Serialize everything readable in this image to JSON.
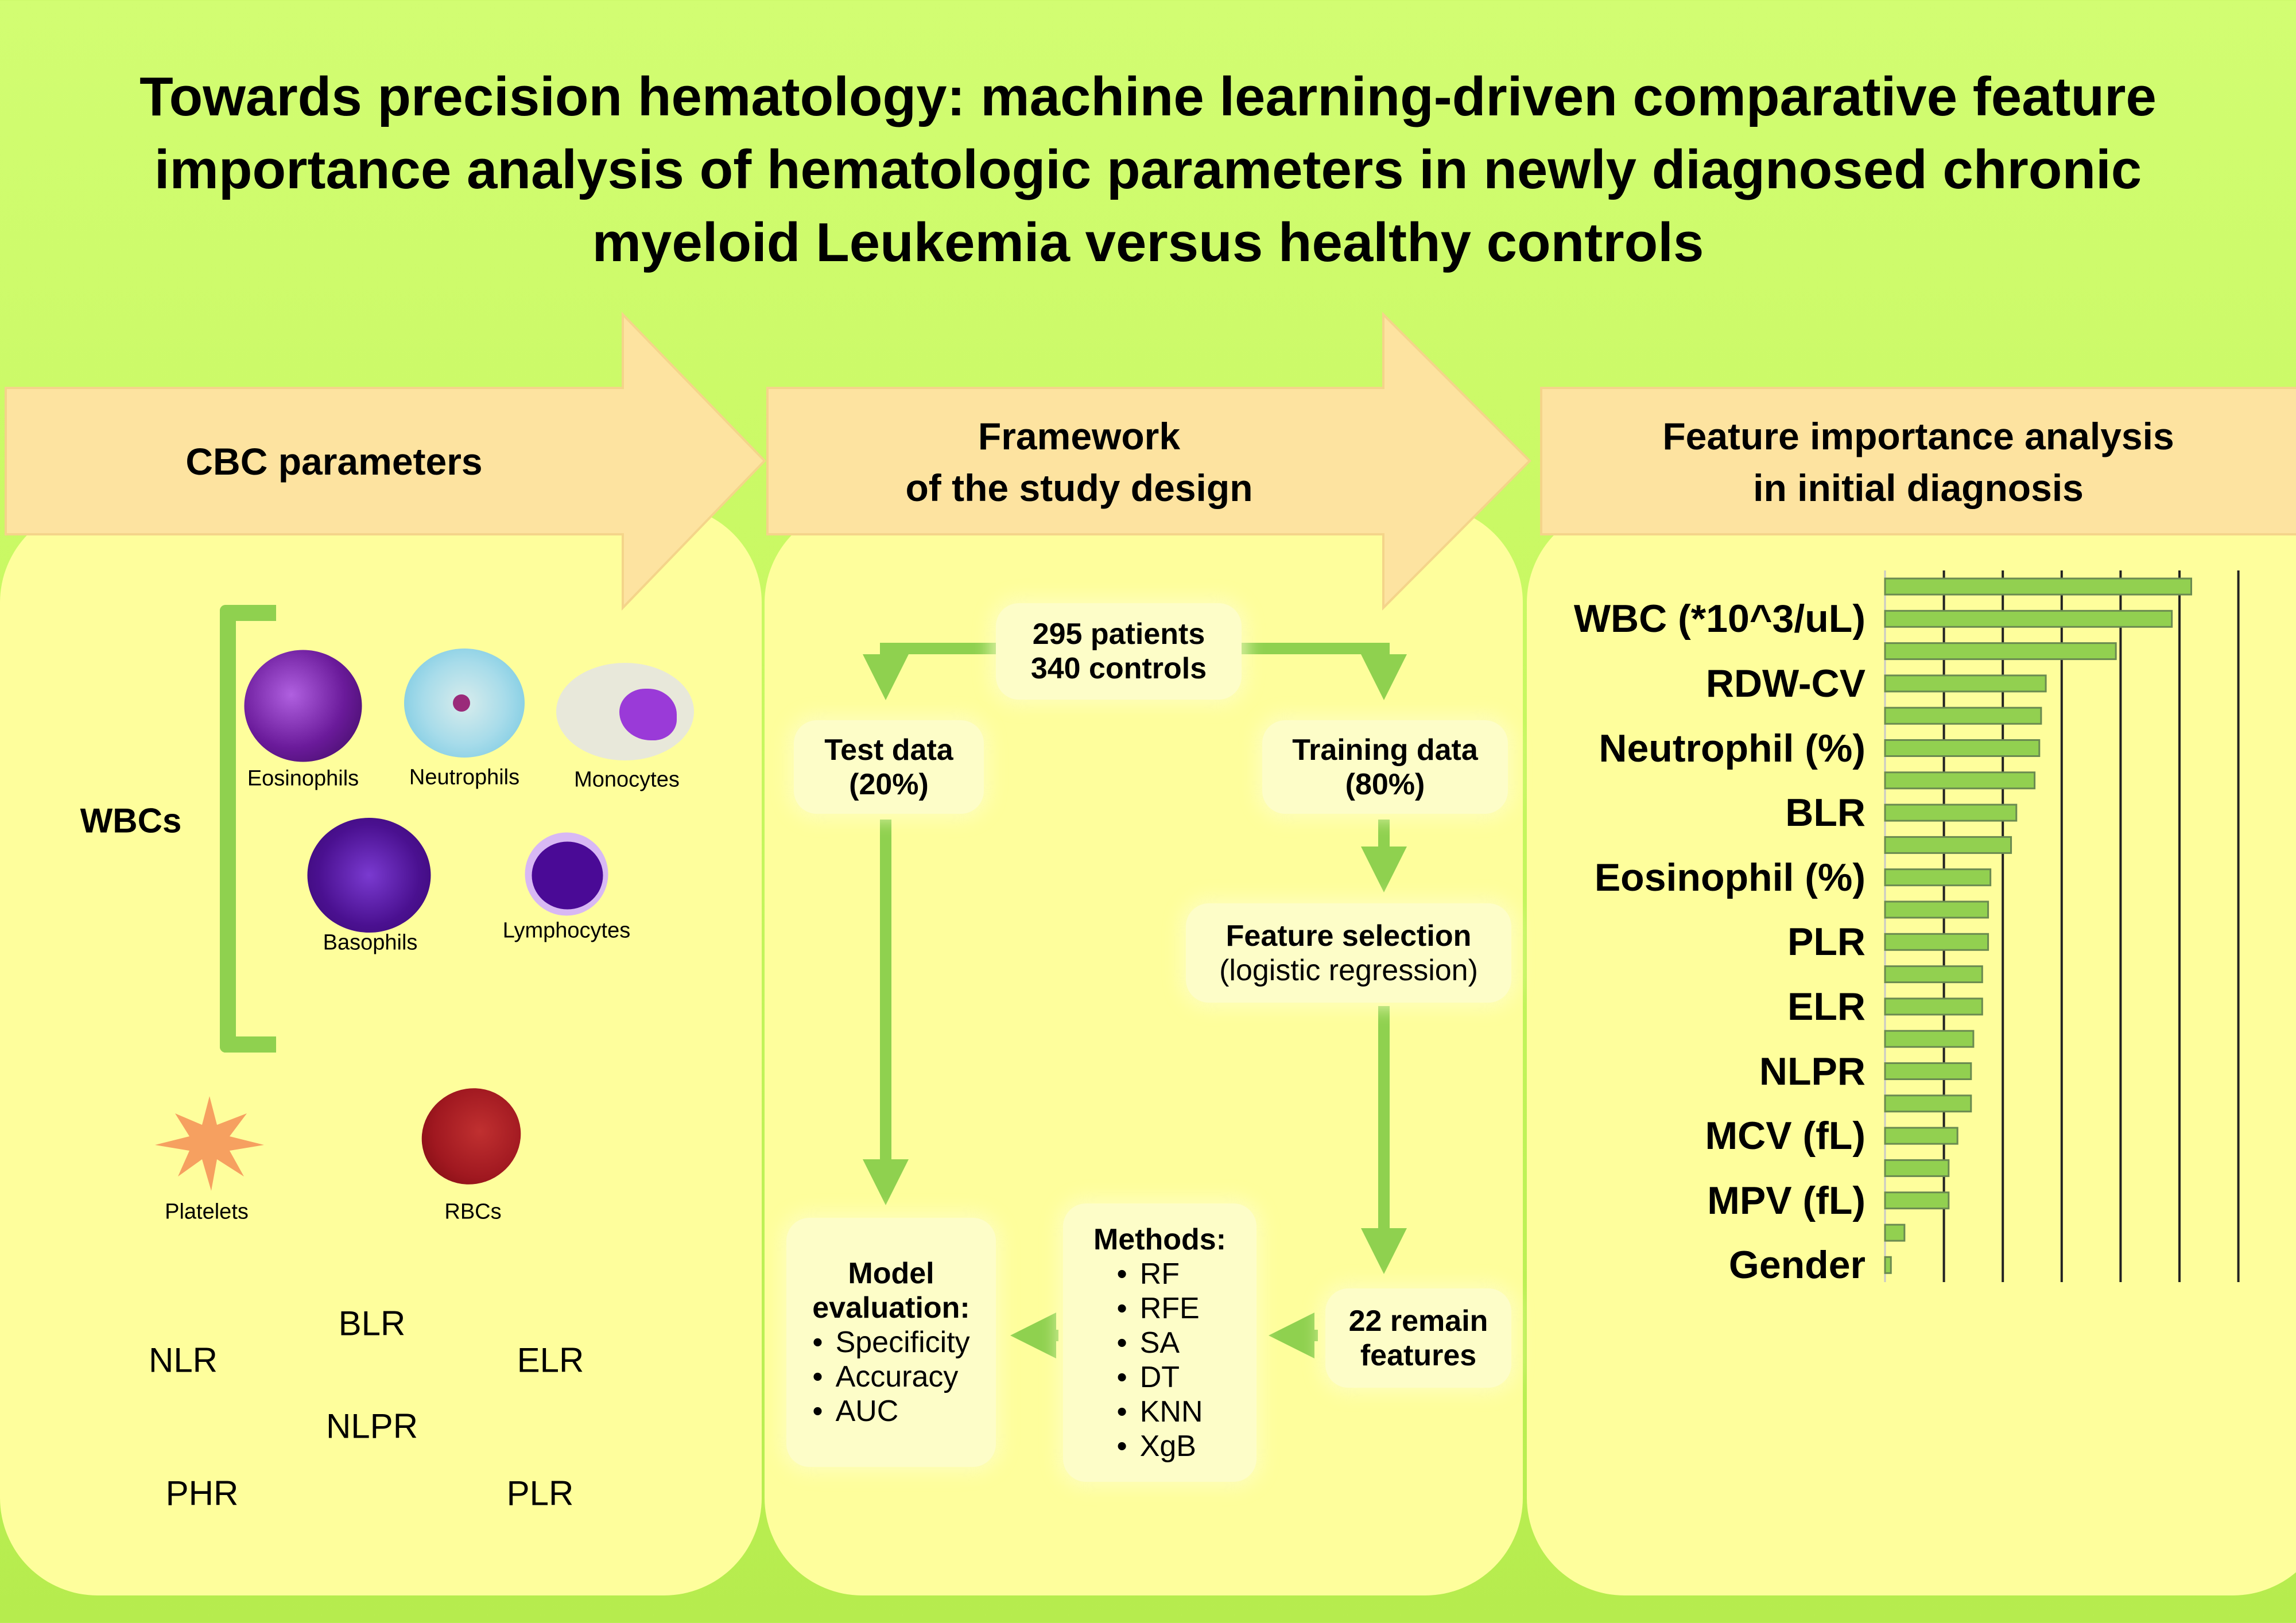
{
  "title": {
    "line1": "Towards precision hematology:  machine learning-driven comparative feature",
    "line2": "importance analysis of hematologic parameters in newly diagnosed chronic",
    "line3": "myeloid Leukemia versus healthy controls"
  },
  "headers": {
    "cbc": "CBC parameters",
    "framework_l1": "Framework",
    "framework_l2": "of the study design",
    "feature_l1": "Feature importance analysis",
    "feature_l2": "in initial diagnosis"
  },
  "cbc": {
    "wbcs_label": "WBCs",
    "cells": {
      "eosinophils": "Eosinophils",
      "neutrophils": "Neutrophils",
      "monocytes": "Monocytes",
      "basophils": "Basophils",
      "lymphocytes": "Lymphocytes",
      "platelets": "Platelets",
      "rbcs": "RBCs"
    },
    "ratios": {
      "nlr": "NLR",
      "blr": "BLR",
      "elr": "ELR",
      "nlpr": "NLPR",
      "phr": "PHR",
      "plr": "PLR"
    }
  },
  "framework": {
    "patients": "295 patients",
    "controls": "340 controls",
    "test_l1": "Test data",
    "test_l2": "(20%)",
    "train_l1": "Training data",
    "train_l2": "(80%)",
    "fs_l1": "Feature selection",
    "fs_l2": "(logistic regression)",
    "remain_l1": "22 remain",
    "remain_l2": "features",
    "methods_title": "Methods:",
    "methods": [
      "RF",
      "RFE",
      "SA",
      "DT",
      "KNN",
      "XgB"
    ],
    "eval_l1": "Model",
    "eval_l2": "evaluation:",
    "eval_items": [
      "Specificity",
      "Accuracy",
      "AUC"
    ]
  },
  "colors": {
    "accent_green": "#8fd14f",
    "panel": "#fefe9c",
    "header": "#fde3a0",
    "bar": "#92d050"
  },
  "chart_data": {
    "type": "bar",
    "orientation": "horizontal",
    "title": "Feature importance analysis in initial diagnosis",
    "labels": [
      "",
      "WBC (*10^3/uL)",
      "",
      "RDW-CV",
      "",
      "Neutrophil (%)",
      "",
      "BLR",
      "",
      "Eosinophil (%)",
      "",
      "PLR",
      "",
      "ELR",
      "",
      "NLPR",
      "",
      "MCV (fL)",
      "",
      "MPV (fL)",
      "",
      "Gender"
    ],
    "values": [
      5.2,
      4.87,
      3.92,
      2.73,
      2.65,
      2.62,
      2.54,
      2.23,
      2.14,
      1.79,
      1.75,
      1.75,
      1.65,
      1.65,
      1.5,
      1.46,
      1.46,
      1.23,
      1.08,
      1.08,
      0.33,
      0.1
    ],
    "xlim": [
      0,
      6
    ],
    "grid": true,
    "xlabel": "",
    "ylabel": ""
  }
}
